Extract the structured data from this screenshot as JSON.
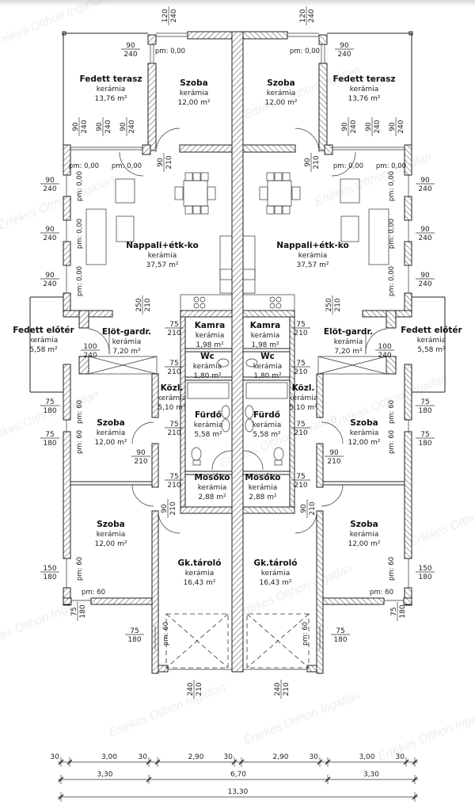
{
  "watermark": "Értékes Otthon Ingatlan",
  "floor_material": "kerámia",
  "area_unit": "m²",
  "rooms_left": [
    {
      "name": "Fedett terasz",
      "area": "13,76"
    },
    {
      "name": "Szoba",
      "area": "12,00"
    },
    {
      "name": "Nappali+étk-ko",
      "area": "37,57"
    },
    {
      "name": "Fedett előtér",
      "area": "5,58"
    },
    {
      "name": "Elöt-gardr.",
      "area": "7,20"
    },
    {
      "name": "Kamra",
      "area": "1,98"
    },
    {
      "name": "Wc",
      "area": "1,80"
    },
    {
      "name": "Közl.",
      "area": "5,10"
    },
    {
      "name": "Fürdő",
      "area": "5,58"
    },
    {
      "name": "Mosóko",
      "area": "2,88"
    },
    {
      "name": "Szoba",
      "area": "12,00"
    },
    {
      "name": "Szoba",
      "area": "12,00"
    },
    {
      "name": "Gk.tároló",
      "area": "16,43"
    }
  ],
  "rooms_right": [
    {
      "name": "Fedett terasz",
      "area": "13,76"
    },
    {
      "name": "Szoba",
      "area": "12,00"
    },
    {
      "name": "Nappali+étk-ko",
      "area": "37,57"
    },
    {
      "name": "Fedett előtér",
      "area": "5,58"
    },
    {
      "name": "Elöt-gardr.",
      "area": "7,20"
    },
    {
      "name": "Kamra",
      "area": "1,98"
    },
    {
      "name": "Wc",
      "area": "1,80"
    },
    {
      "name": "Közl.",
      "area": "5,10"
    },
    {
      "name": "Fürdő",
      "area": "5,58"
    },
    {
      "name": "Mosóko",
      "area": "2,88"
    },
    {
      "name": "Szoba",
      "area": "12,00"
    },
    {
      "name": "Szoba",
      "area": "12,00"
    },
    {
      "name": "Gk.tároló",
      "area": "16,43"
    }
  ],
  "openings": [
    {
      "w": "90",
      "h": "240"
    },
    {
      "w": "90",
      "h": "240"
    },
    {
      "w": "90",
      "h": "240"
    },
    {
      "w": "90",
      "h": "240"
    },
    {
      "w": "90",
      "h": "240"
    },
    {
      "w": "90",
      "h": "240"
    },
    {
      "w": "90",
      "h": "240"
    },
    {
      "w": "120",
      "h": "240"
    },
    {
      "w": "90",
      "h": "210"
    },
    {
      "w": "250",
      "h": "210"
    },
    {
      "w": "100",
      "h": "240"
    },
    {
      "w": "75",
      "h": "210"
    },
    {
      "w": "75",
      "h": "210"
    },
    {
      "w": "75",
      "h": "210"
    },
    {
      "w": "90",
      "h": "210"
    },
    {
      "w": "75",
      "h": "210"
    },
    {
      "w": "90",
      "h": "210"
    },
    {
      "w": "75",
      "h": "180"
    },
    {
      "w": "75",
      "h": "180"
    },
    {
      "w": "150",
      "h": "180"
    },
    {
      "w": "75",
      "h": "180"
    },
    {
      "w": "75",
      "h": "180"
    },
    {
      "w": "240",
      "h": "210"
    }
  ],
  "sill_heights": [
    "pm: 0,00",
    "pm: 0,00",
    "pm: 0,00",
    "pm: 0,00",
    "pm: 0,00",
    "pm: 0,00",
    "pm: 60",
    "pm: 60",
    "pm: 60",
    "pm: 60",
    "pm: 60"
  ],
  "dimensions": {
    "row1": [
      "30",
      "3,00",
      "30",
      "2,90",
      "30",
      "2,90",
      "30",
      "3,00",
      "30"
    ],
    "row2": [
      "3,30",
      "6,70",
      "3,30"
    ],
    "row3": [
      "13,30"
    ]
  }
}
